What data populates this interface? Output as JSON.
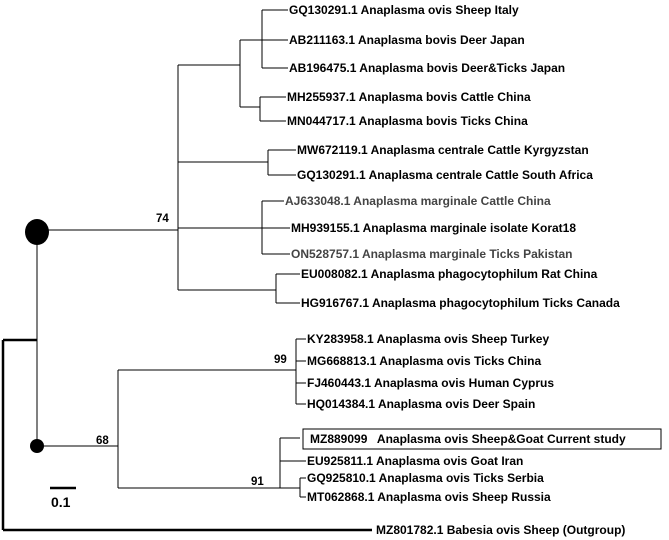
{
  "taxa": [
    {
      "label": "GQ130291.1 Anaplasma ovis Sheep Italy"
    },
    {
      "label": "AB211163.1 Anaplasma bovis Deer Japan"
    },
    {
      "label": "AB196475.1 Anaplasma bovis Deer&Ticks Japan"
    },
    {
      "label": "MH255937.1 Anaplasma bovis Cattle China"
    },
    {
      "label": "MN044717.1 Anaplasma bovis Ticks China"
    },
    {
      "label": "MW672119.1 Anaplasma centrale Cattle Kyrgyzstan"
    },
    {
      "label": "GQ130291.1 Anaplasma centrale Cattle South Africa"
    },
    {
      "label": "AJ633048.1 Anaplasma marginale Cattle China",
      "color": "#444444"
    },
    {
      "label": "MH939155.1 Anaplasma marginale isolate Korat18"
    },
    {
      "label": "ON528757.1 Anaplasma marginale Ticks Pakistan",
      "color": "#444444"
    },
    {
      "label": "EU008082.1 Anaplasma phagocytophilum Rat China"
    },
    {
      "label": "HG916767.1 Anaplasma phagocytophilum Ticks Canada"
    },
    {
      "label": "KY283958.1 Anaplasma ovis Sheep Turkey"
    },
    {
      "label": "MG668813.1 Anaplasma ovis Ticks China"
    },
    {
      "label": "FJ460443.1 Anaplasma ovis Human Cyprus"
    },
    {
      "label": "HQ014384.1 Anaplasma ovis Deer Spain"
    },
    {
      "label": "MZ889099   Anaplasma ovis Sheep&Goat Current study",
      "highlighted": true
    },
    {
      "label": "EU925811.1 Anaplasma ovis Goat Iran"
    },
    {
      "label": "GQ925810.1 Anaplasma ovis Ticks Serbia"
    },
    {
      "label": "MT062868.1 Anaplasma ovis Sheep Russia"
    },
    {
      "label": "MZ801782.1 Babesia ovis Sheep (Outgroup)"
    }
  ],
  "support_values": [
    "74",
    "99",
    "68",
    "91"
  ],
  "scale_bar": {
    "label": "0.1"
  },
  "line_color": "#000000"
}
